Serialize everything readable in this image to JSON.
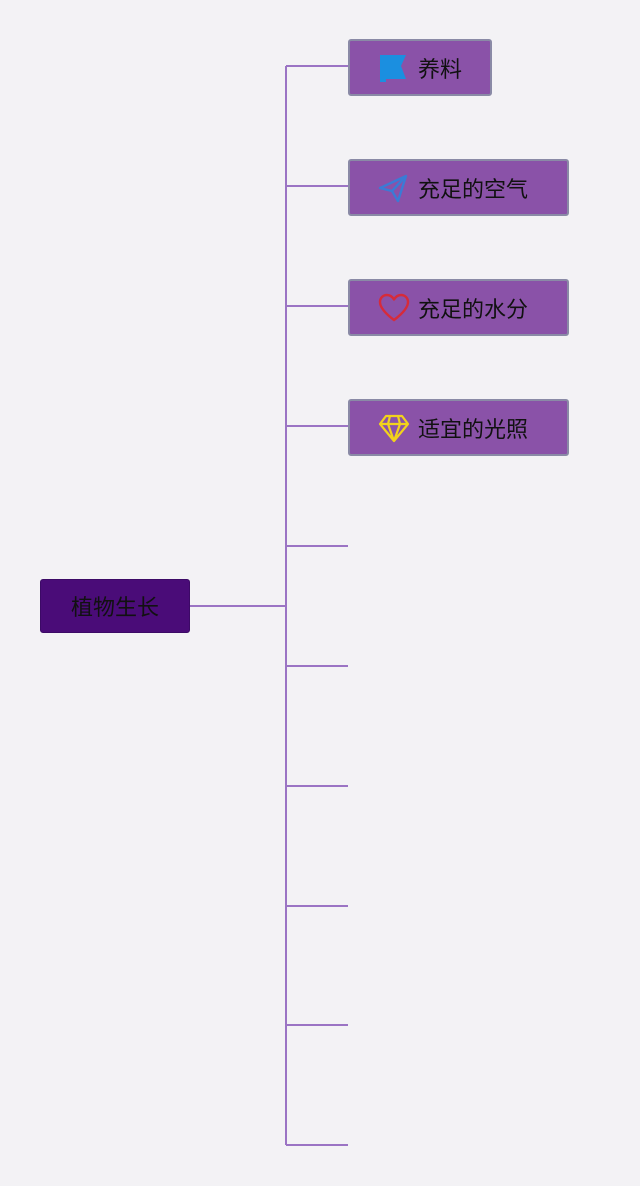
{
  "colors": {
    "background": "#f3f2f5",
    "root_fill": "#4a0c78",
    "branch_fill": "#8a52a8",
    "connector": "#9b74c4"
  },
  "root": {
    "label": "植物生长"
  },
  "branches": [
    {
      "label": "养料",
      "icon": "flag-icon",
      "icon_color": "#1b8fe0"
    },
    {
      "label": "充足的空气",
      "icon": "paper-plane-icon",
      "icon_color": "#3a7bd5"
    },
    {
      "label": "充足的水分",
      "icon": "heart-icon",
      "icon_color": "#d62b3a"
    },
    {
      "label": "适宜的光照",
      "icon": "diamond-icon",
      "icon_color": "#f2d21b"
    },
    {
      "label": ""
    },
    {
      "label": ""
    },
    {
      "label": ""
    },
    {
      "label": ""
    },
    {
      "label": ""
    },
    {
      "label": ""
    }
  ]
}
